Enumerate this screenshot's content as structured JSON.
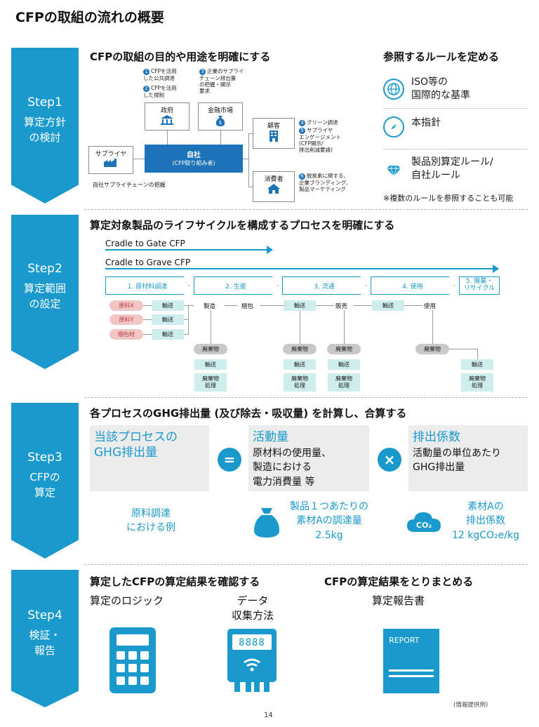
{
  "page_title": "CFPの取組の流れの概要",
  "page_number": "14",
  "info_note": "(情報提供例)",
  "steps": [
    {
      "num": "Step1",
      "label": "算定方針\nの検討"
    },
    {
      "num": "Step2",
      "label": "算定範囲\nの設定"
    },
    {
      "num": "Step3",
      "label": "CFPの\n算定"
    },
    {
      "num": "Step4",
      "label": "検証・\n報告"
    }
  ],
  "step1": {
    "heading": "CFPの取組の目的や用途を明確にする",
    "note12": [
      "CFPを活用\nした公共調達",
      "CFPを活用\nした規制"
    ],
    "note3": "企業のサプライ\nチェーン排出量\nの把握・開示\n要求",
    "gov": "政府",
    "finance": "金融市場",
    "customer": "顧客",
    "supplier": "サプライヤ",
    "self_title": "自社",
    "self_sub": "(CFP取り組み者)",
    "consumer": "消費者",
    "note45": [
      "グリーン調達",
      "サプライヤ\nエンゲージメント\n(CFP開示/\n排出削減要請)"
    ],
    "note6": "脱炭素に関する、\n企業ブランディング、\n製品マーケティング",
    "supply_chain": "自社サプライチェーンの把握",
    "rules_heading": "参照するルールを定める",
    "rules": [
      "ISO等の\n国際的な基準",
      "本指針",
      "製品別算定ルール/\n自社ルール"
    ],
    "rules_note": "※複数のルールを参照することも可能"
  },
  "step2": {
    "heading": "算定対象製品のライフサイクルを構成するプロセスを明確にする",
    "gate": "Cradle to Gate CFP",
    "grave": "Cradle to Grave CFP",
    "stages": [
      "1. 原材料調達",
      "2. 生産",
      "3. 流通",
      "4. 使用",
      "5. 廃棄・\nリサイクル"
    ],
    "materials": [
      "原料X",
      "原料Y",
      "梱包材"
    ],
    "transport": "輸送",
    "manufacture": "製造",
    "packing": "梱包",
    "sales": "販売",
    "use": "使用",
    "waste": "廃棄物",
    "waste_proc": "廃棄物\n処理"
  },
  "step3": {
    "heading": "各プロセスのGHG排出量 (及び除去・吸収量) を計算し、合算する",
    "box1_title": "当該プロセスの\nGHG排出量",
    "box2_title": "活動量",
    "box2_body": "原材料の使用量、\n製造における\n電力消費量 等",
    "box3_title": "排出係数",
    "box3_body": "活動量の単位あたり\nGHG排出量",
    "op_eq": "=",
    "op_x": "×",
    "ex_label": "原料調達\nにおける例",
    "ex_amount": "製品１つあたりの\n素材Aの調達量\n2.5kg",
    "ex_factor": "素材Aの\n排出係数\n12 kgCO₂e/kg",
    "co2_icon_text": "CO₂"
  },
  "step4": {
    "heading1": "算定したCFPの算定結果を確認する",
    "heading2": "CFPの算定結果をとりまとめる",
    "logic": "算定のロジック",
    "data": "データ\n収集方法",
    "report": "算定報告書",
    "report_cover": "REPORT",
    "meter_digits": "8888"
  },
  "colors": {
    "primary": "#1999cc",
    "dark_blue": "#1d72b8",
    "mint": "#cdeeed",
    "pink": "#f3c6c6"
  }
}
